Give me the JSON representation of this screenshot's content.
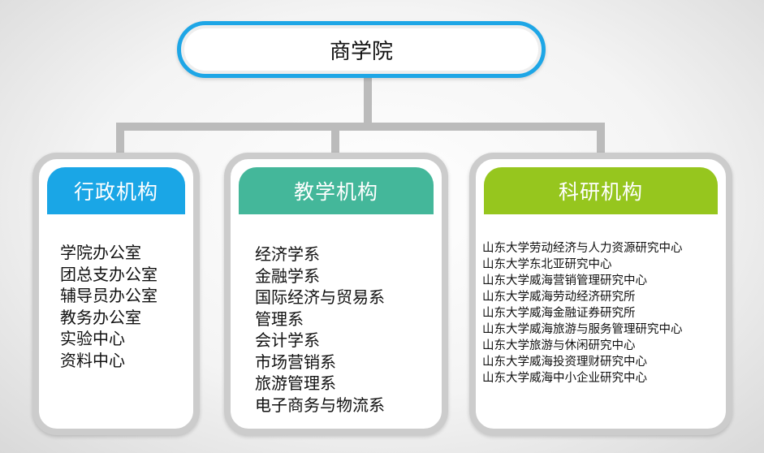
{
  "root": {
    "title": "商学院"
  },
  "colors": {
    "root_border": "#1ea6e6",
    "connector": "#bbbbbb",
    "admin_header": "#1aa6e6",
    "teaching_header": "#44b79a",
    "research_header": "#96c61e"
  },
  "branches": [
    {
      "title": "行政机构",
      "items": [
        "学院办公室",
        "团总支办公室",
        "辅导员办公室",
        "教务办公室",
        "实验中心",
        "资料中心"
      ]
    },
    {
      "title": "教学机构",
      "items": [
        "经济学系",
        "金融学系",
        "国际经济与贸易系",
        "管理系",
        "会计学系",
        "市场营销系",
        "旅游管理系",
        "电子商务与物流系"
      ]
    },
    {
      "title": "科研机构",
      "items": [
        "山东大学劳动经济与人力资源研究中心",
        "山东大学东北亚研究中心",
        "山东大学威海营销管理研究中心",
        "山东大学威海劳动经济研究所",
        "山东大学威海金融证券研究所",
        "山东大学威海旅游与服务管理研究中心",
        "山东大学旅游与休闲研究中心",
        "山东大学威海投资理财研究中心",
        "山东大学威海中小企业研究中心"
      ]
    }
  ]
}
